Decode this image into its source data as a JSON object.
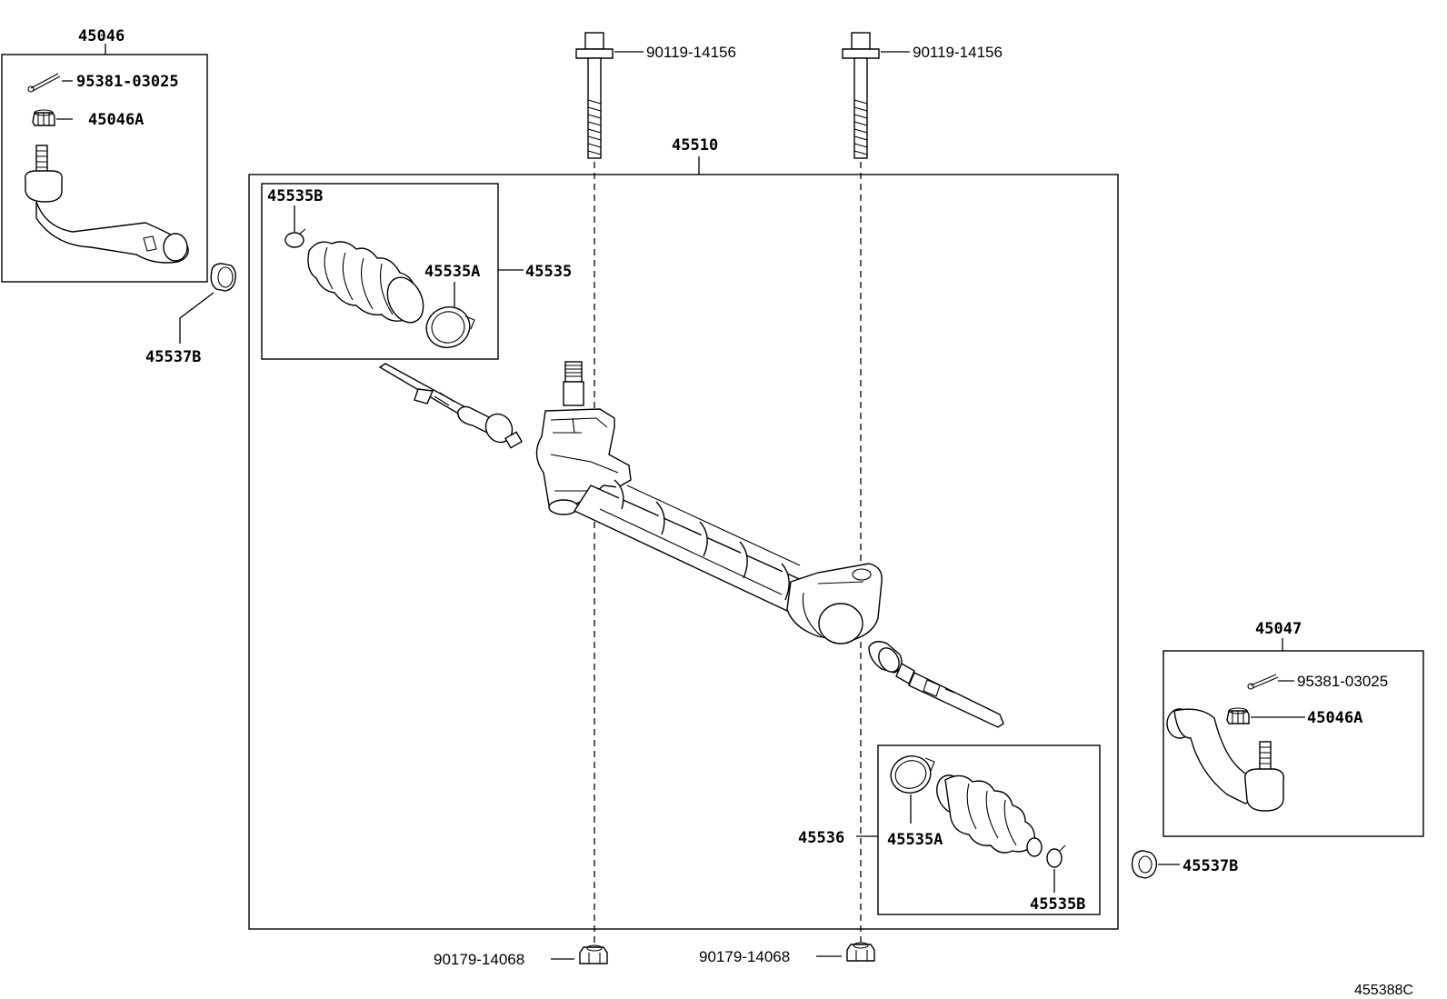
{
  "diagram_code": "455388C",
  "labels": {
    "p45046": "45046",
    "p95381_left": "95381-03025",
    "p45046A_left": "45046A",
    "p45537B_left": "45537B",
    "p90119_left": "90119-14156",
    "p90119_right": "90119-14156",
    "p45510": "45510",
    "p45535B_top": "45535B",
    "p45535A_top": "45535A",
    "p45535": "45535",
    "p45047": "45047",
    "p95381_right": "95381-03025",
    "p45046A_right": "45046A",
    "p45537B_right": "45537B",
    "p45536": "45536",
    "p45535A_bottom": "45535A",
    "p45535B_bottom": "45535B",
    "p90179_left": "90179-14068",
    "p90179_right": "90179-14068"
  }
}
